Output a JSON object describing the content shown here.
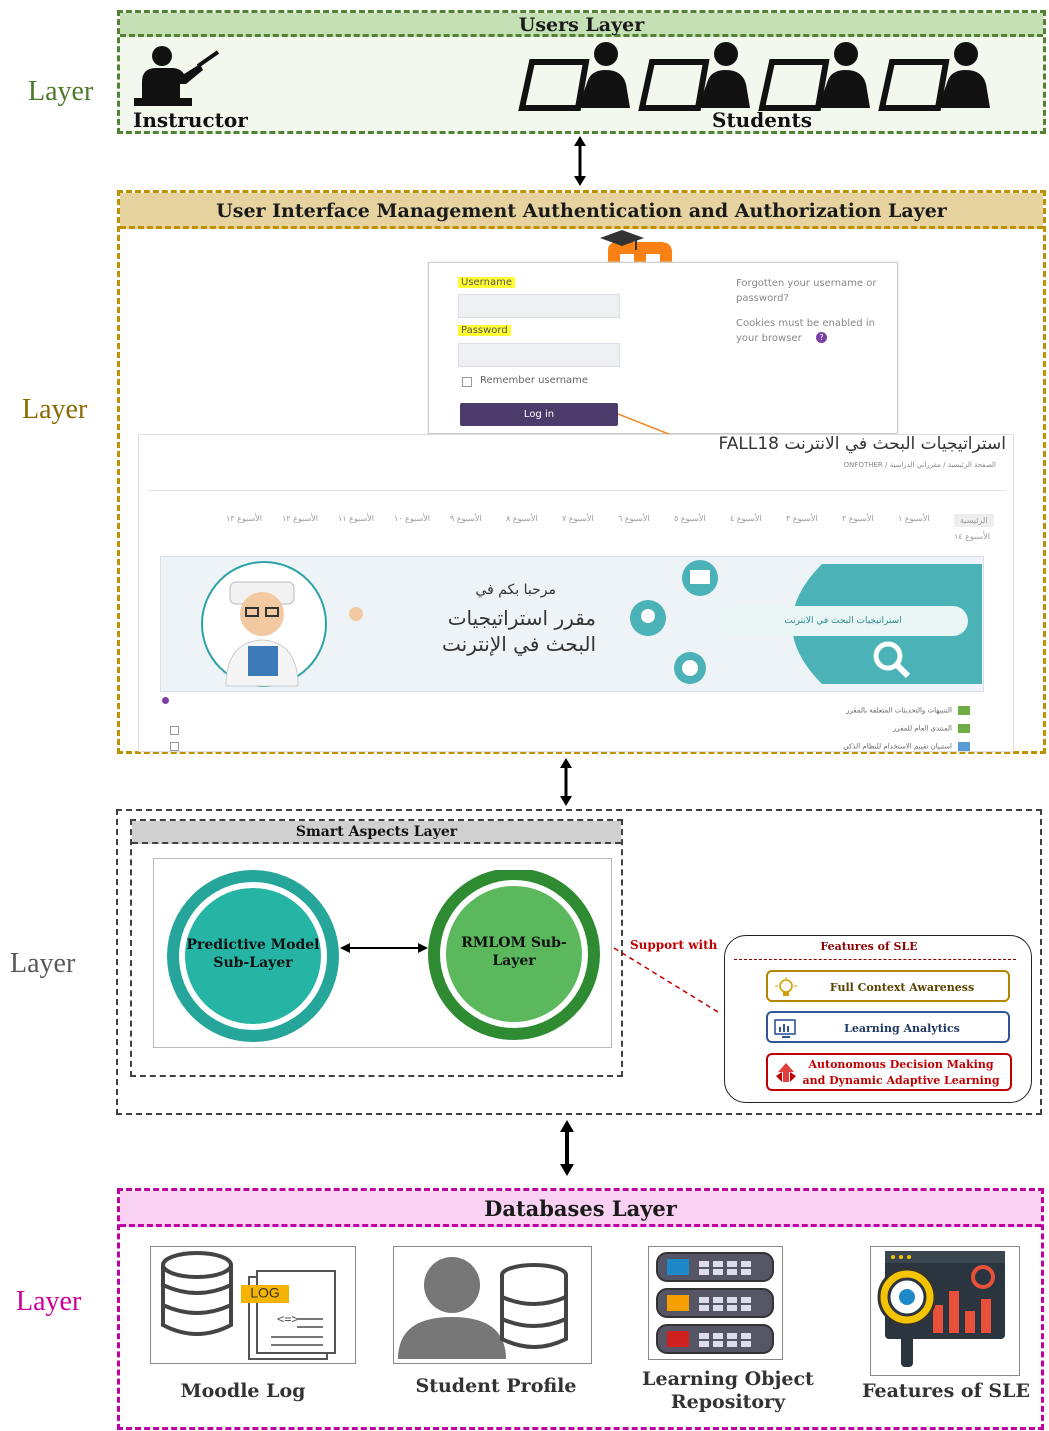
{
  "side_labels": {
    "users": "Layer",
    "ui": "Layer",
    "smart": "Layer",
    "db": "Layer"
  },
  "users_layer": {
    "title": "Users Layer",
    "instructor": "Instructor",
    "students": "Students"
  },
  "ui_layer": {
    "title": "User Interface Management Authentication and Authorization Layer",
    "login": {
      "username_label": "Username",
      "password_label": "Password",
      "remember": "Remember username",
      "login_button": "Log in",
      "forgot": "Forgotten your username or password?",
      "cookies": "Cookies must be enabled in your browser"
    },
    "course_page": {
      "title": "استراتيجيات البحث في الانترنت FALL18",
      "breadcrumb": "الصفحة الرئيسية / مقرراتي الدراسية / ONFOTHER",
      "banner_welcome": "مرحبا بكم في",
      "banner_course_line1": "مقرر استراتيجيات",
      "banner_course_line2": "البحث في الإنترنت",
      "banner_pill": "استراتيجيات البحث في الانترنت",
      "items": [
        "التنبيهات والتحديثات المتعلقة بالمقرر",
        "المنتدى العام للمقرر",
        "استبيان تقييم الاستخدام للنظام الذكي"
      ],
      "tabs": [
        "الرئيسية",
        "الأسبوع ١",
        "الأسبوع ٢",
        "الأسبوع ٣",
        "الأسبوع ٤",
        "الأسبوع ٥",
        "الأسبوع ٦",
        "الأسبوع ٧",
        "الأسبوع ٨",
        "الأسبوع ٩",
        "الأسبوع ١٠",
        "الأسبوع ١١",
        "الأسبوع ١٢",
        "الأسبوع ١٣",
        "الأسبوع ١٤"
      ]
    }
  },
  "smart_layer": {
    "title": "Smart Aspects Layer",
    "predictive": "Predictive Model Sub-Layer",
    "rmlom": "RMLOM Sub-Layer",
    "support": "Support with",
    "features_title": "Features of SLE",
    "features": [
      "Full Context Awareness",
      "Learning Analytics",
      "Autonomous Decision Making and Dynamic Adaptive Learning"
    ]
  },
  "db_layer": {
    "title": "Databases Layer",
    "log_badge": "LOG",
    "items": [
      "Moodle Log",
      "Student Profile",
      "Learning Object Repository",
      "Features of SLE"
    ]
  },
  "colors": {
    "users": "#548235",
    "users_bg": "#c5e0b4",
    "ui": "#bf9000",
    "ui_bg": "#e7d3a0",
    "smart": "#404040",
    "smart_bg": "#d0d0d0",
    "db": "#c000a0",
    "db_bg": "#f9d2f3",
    "teal": "#26a69a",
    "green": "#43a047",
    "feature_gold": "#b38600",
    "feature_blue": "#2f5597",
    "feature_red": "#c00000"
  }
}
